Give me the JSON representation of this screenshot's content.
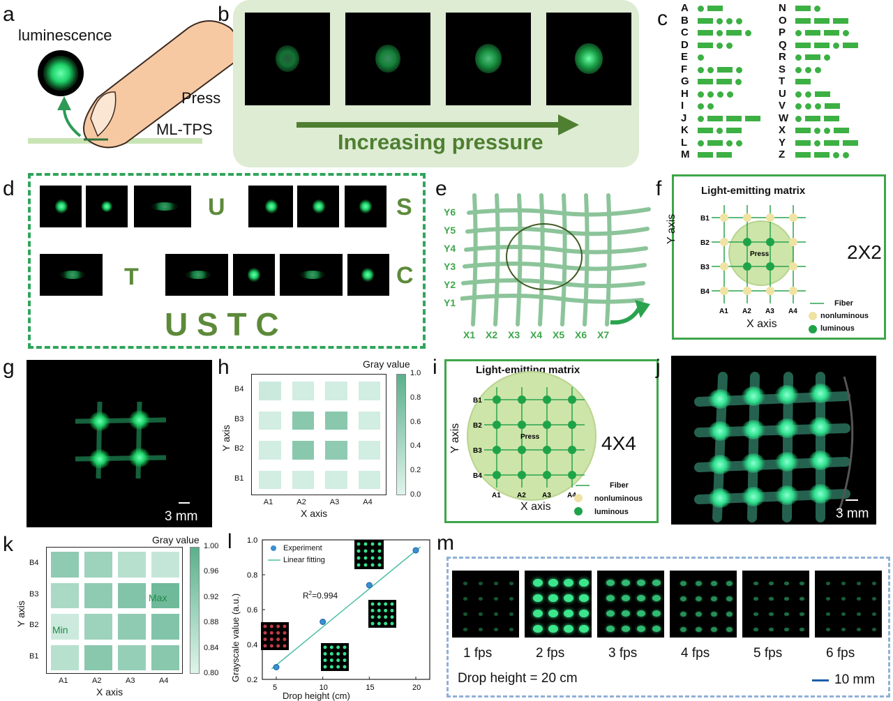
{
  "panels": {
    "a": {
      "label": "a",
      "luminescence": "luminescence",
      "press": "Press",
      "device": "ML-TPS"
    },
    "b": {
      "label": "b",
      "arrow_text": "Increasing pressure",
      "glow_levels": [
        0.35,
        0.55,
        0.75,
        1.0
      ]
    },
    "c": {
      "label": "c",
      "morse_left": [
        {
          "letter": "A",
          "code": ".-"
        },
        {
          "letter": "B",
          "code": "-..."
        },
        {
          "letter": "C",
          "code": "-.-."
        },
        {
          "letter": "D",
          "code": "-.."
        },
        {
          "letter": "E",
          "code": "."
        },
        {
          "letter": "F",
          "code": "..-."
        },
        {
          "letter": "G",
          "code": "--."
        },
        {
          "letter": "H",
          "code": "...."
        },
        {
          "letter": "I",
          "code": ".."
        },
        {
          "letter": "J",
          "code": ".---"
        },
        {
          "letter": "K",
          "code": "-.-"
        },
        {
          "letter": "L",
          "code": ".-.."
        },
        {
          "letter": "M",
          "code": "--"
        }
      ],
      "morse_right": [
        {
          "letter": "N",
          "code": "-."
        },
        {
          "letter": "O",
          "code": "---"
        },
        {
          "letter": "P",
          "code": ".--."
        },
        {
          "letter": "Q",
          "code": "--.-"
        },
        {
          "letter": "R",
          "code": ".-."
        },
        {
          "letter": "S",
          "code": "..."
        },
        {
          "letter": "T",
          "code": "-"
        },
        {
          "letter": "U",
          "code": "..-"
        },
        {
          "letter": "V",
          "code": "...-"
        },
        {
          "letter": "W",
          "code": ".--"
        },
        {
          "letter": "X",
          "code": "-..-"
        },
        {
          "letter": "Y",
          "code": "-.--"
        },
        {
          "letter": "Z",
          "code": "--.."
        }
      ]
    },
    "d": {
      "label": "d",
      "letter_U": "U",
      "letter_S": "S",
      "letter_T": "T",
      "letter_C": "C",
      "word": "U S T C"
    },
    "e": {
      "label": "e",
      "y_labels": [
        "Y6",
        "Y5",
        "Y4",
        "Y3",
        "Y2",
        "Y1"
      ],
      "x_labels": [
        "X1",
        "X2",
        "X3",
        "X4",
        "X5",
        "X6",
        "X7"
      ]
    },
    "f": {
      "label": "f",
      "title": "Light-emitting matrix",
      "rows": [
        "B1",
        "B2",
        "B3",
        "B4"
      ],
      "cols": [
        "A1",
        "A2",
        "A3",
        "A4"
      ],
      "press": "Press",
      "size_text": "2X2",
      "y_axis": "Y axis",
      "x_axis": "X axis",
      "legend_fiber": "Fiber",
      "legend_non": "nonluminous",
      "legend_lum": "luminous"
    },
    "g": {
      "label": "g",
      "scale": "3 mm"
    },
    "h": {
      "label": "h",
      "colorbar_title": "Gray value",
      "colorbar_ticks": [
        "1.0",
        "0.8",
        "0.6",
        "0.4",
        "0.2",
        "0.0"
      ],
      "rows": [
        "B4",
        "B3",
        "B2",
        "B1"
      ],
      "cols": [
        "A1",
        "A2",
        "A3",
        "A4"
      ],
      "y_axis": "Y axis",
      "x_axis": "X axis",
      "values": [
        [
          0.15,
          0.1,
          0.1,
          0.1
        ],
        [
          0.1,
          0.65,
          0.65,
          0.1
        ],
        [
          0.1,
          0.65,
          0.6,
          0.1
        ],
        [
          0.1,
          0.1,
          0.1,
          0.1
        ]
      ]
    },
    "i": {
      "label": "i",
      "title": "Light-emitting matrix",
      "rows": [
        "B1",
        "B2",
        "B3",
        "B4"
      ],
      "cols": [
        "A1",
        "A2",
        "A3",
        "A4"
      ],
      "press": "Press",
      "size_text": "4X4",
      "y_axis": "Y axis",
      "x_axis": "X axis",
      "legend_fiber": "Fiber",
      "legend_non": "nonluminous",
      "legend_lum": "luminous"
    },
    "j": {
      "label": "j",
      "scale": "3 mm"
    },
    "k": {
      "label": "k",
      "colorbar_title": "Gray value",
      "colorbar_ticks": [
        "1.00",
        "0.96",
        "0.92",
        "0.88",
        "0.84",
        "0.80"
      ],
      "rows": [
        "B4",
        "B3",
        "B2",
        "B1"
      ],
      "cols": [
        "A1",
        "A2",
        "A3",
        "A4"
      ],
      "y_axis": "Y axis",
      "x_axis": "X axis",
      "max_label": "Max",
      "min_label": "Min",
      "values": [
        [
          0.92,
          0.9,
          0.86,
          0.84
        ],
        [
          0.88,
          0.92,
          0.94,
          0.97
        ],
        [
          0.83,
          0.9,
          0.92,
          0.94
        ],
        [
          0.86,
          0.93,
          0.91,
          0.93
        ]
      ]
    },
    "l": {
      "label": "l",
      "legend_exp": "Experiment",
      "legend_fit": "Linear fitting",
      "r2": "R",
      "r2_sup": "2",
      "r2_val": "=0.994"
    },
    "m": {
      "label": "m",
      "frames": [
        "1 fps",
        "2 fps",
        "3 fps",
        "4 fps",
        "5 fps",
        "6 fps"
      ],
      "frame_intensity": [
        0.15,
        1.0,
        0.75,
        0.5,
        0.3,
        0.2
      ],
      "drop_text": "Drop height = 20 cm",
      "scale": "10 mm"
    }
  },
  "chart_data": {
    "type": "scatter",
    "title": "",
    "xlabel": "Drop height (cm)",
    "ylabel": "Grayscale value (a.u.)",
    "x": [
      5,
      10,
      15,
      20
    ],
    "y": [
      0.27,
      0.53,
      0.74,
      0.94
    ],
    "xlim": [
      3.5,
      21.5
    ],
    "ylim": [
      0.2,
      1.0
    ],
    "xticks": [
      "5",
      "10",
      "15",
      "20"
    ],
    "yticks": [
      "0.2",
      "0.4",
      "0.6",
      "0.8",
      "1.0"
    ],
    "series": [
      {
        "name": "Experiment",
        "kind": "points"
      },
      {
        "name": "Linear fitting",
        "kind": "line"
      }
    ],
    "fit": {
      "x": [
        4.5,
        20.5
      ],
      "y": [
        0.26,
        0.96
      ]
    }
  }
}
